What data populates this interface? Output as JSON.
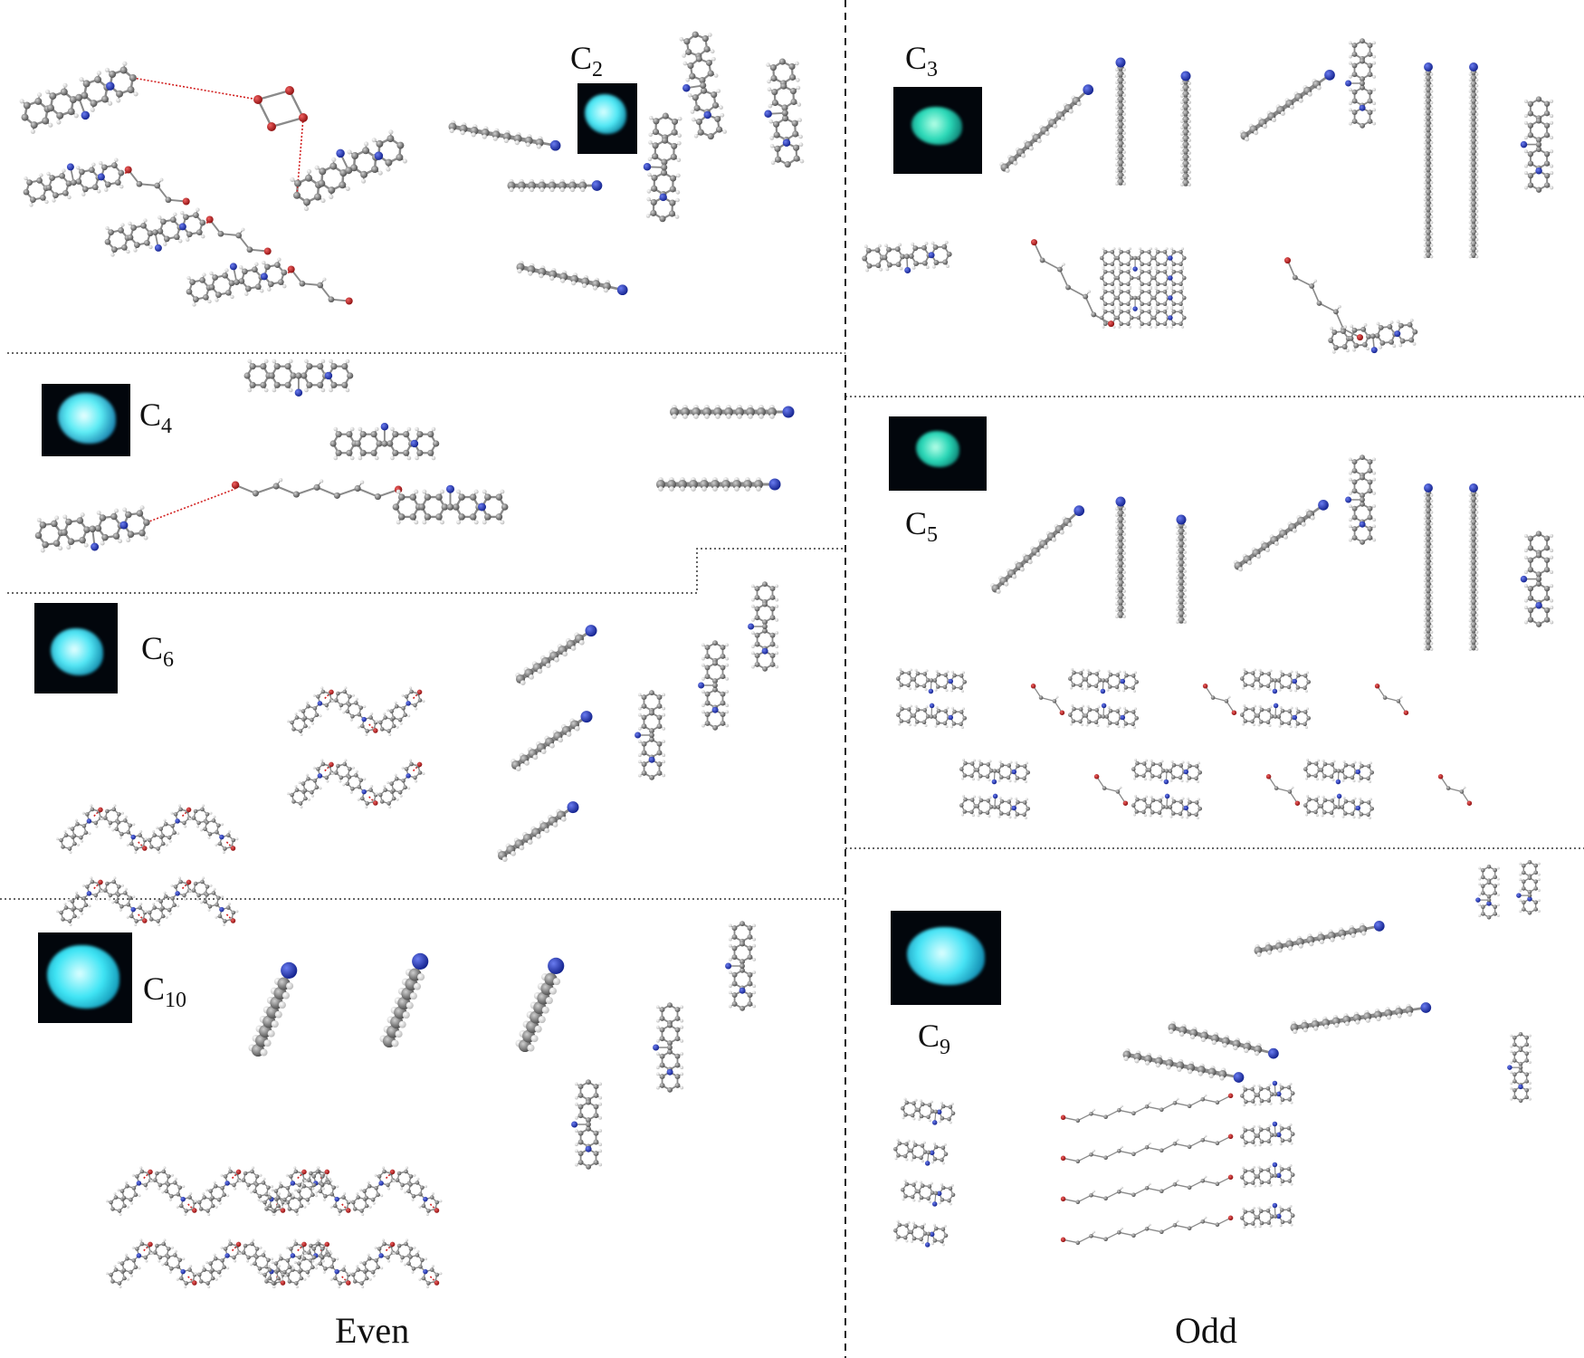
{
  "panels": [
    {
      "id": "C2",
      "base": "C",
      "sub": "2",
      "group": "even"
    },
    {
      "id": "C4",
      "base": "C",
      "sub": "4",
      "group": "even"
    },
    {
      "id": "C6",
      "base": "C",
      "sub": "6",
      "group": "even"
    },
    {
      "id": "C10",
      "base": "C",
      "sub": "10",
      "group": "even"
    },
    {
      "id": "C3",
      "base": "C",
      "sub": "3",
      "group": "odd"
    },
    {
      "id": "C5",
      "base": "C",
      "sub": "5",
      "group": "odd"
    },
    {
      "id": "C9",
      "base": "C",
      "sub": "9",
      "group": "odd"
    }
  ],
  "footer": {
    "even": "Even",
    "odd": "Odd"
  },
  "colors": {
    "carbon": "#7d7d7d",
    "hydrogen": "#e9e9e9",
    "nitrogen": "#1c2fb0",
    "oxygen": "#c21616",
    "hbond": "#d22020",
    "background": "#ffffff",
    "photo_bg": "#02060c",
    "emission_cyan": "#33e6f2",
    "emission_teal": "#1fd6b4",
    "divider": "#222222"
  },
  "icons": [
    "crystal-packing-structure",
    "powder-emission-photo"
  ]
}
